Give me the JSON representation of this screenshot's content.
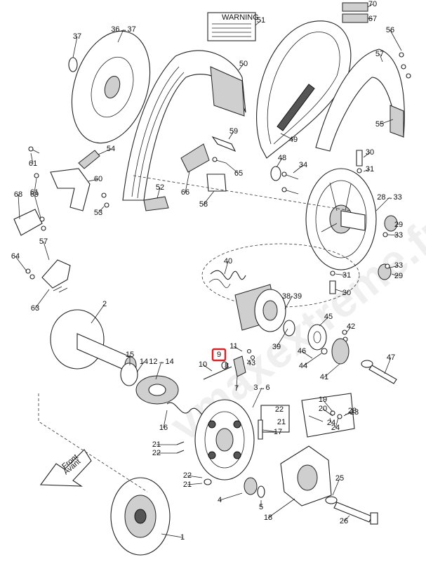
{
  "watermark": "vmaxextreme.fr",
  "warning_label": "WARNING",
  "front_arrow": {
    "line1": "Front",
    "line2": "Avant"
  },
  "highlighted_callout": "9",
  "callouts": [
    "37",
    "36→37",
    "51",
    "70",
    "67",
    "56",
    "50",
    "57",
    "55",
    "59",
    "49",
    "30",
    "54",
    "61",
    "61",
    "60",
    "48",
    "34",
    "31",
    "65",
    "66",
    "58",
    "52",
    "28→33",
    "68",
    "69",
    "53",
    "29",
    "33",
    "57",
    "64",
    "40",
    "31",
    "38-39",
    "33",
    "29",
    "30",
    "63",
    "2",
    "45",
    "42",
    "11",
    "39",
    "9",
    "10",
    "8",
    "43",
    "46",
    "15",
    "14",
    "12→14",
    "7",
    "47",
    "44",
    "41",
    "3→6",
    "22",
    "21",
    "19",
    "20",
    "24",
    "23",
    "16",
    "17",
    "24",
    "23",
    "21",
    "22",
    "22",
    "21",
    "25",
    "4",
    "5",
    "18",
    "26",
    "1"
  ]
}
